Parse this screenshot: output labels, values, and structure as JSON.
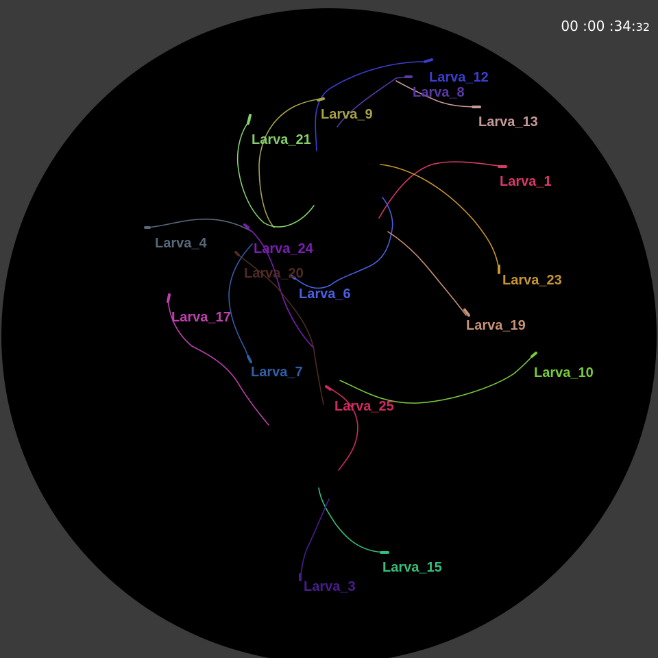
{
  "timestamp": {
    "main": "00 :00 :34:",
    "fraction": "32"
  },
  "colors": {
    "background": "#3b3b3b",
    "arena": "#000000"
  },
  "tracks": [
    {
      "label": "Larva_12",
      "color": "#3a3fd0"
    },
    {
      "label": "Larva_8",
      "color": "#5a3aa8"
    },
    {
      "label": "Larva_13",
      "color": "#c79a9a"
    },
    {
      "label": "Larva_9",
      "color": "#a7a24a"
    },
    {
      "label": "Larva_21",
      "color": "#84d06a"
    },
    {
      "label": "Larva_1",
      "color": "#d83a68"
    },
    {
      "label": "Larva_4",
      "color": "#56697a"
    },
    {
      "label": "Larva_24",
      "color": "#7a1fb0"
    },
    {
      "label": "Larva_20",
      "color": "#4f2b24"
    },
    {
      "label": "Larva_6",
      "color": "#4860e0"
    },
    {
      "label": "Larva_23",
      "color": "#c8962f"
    },
    {
      "label": "Larva_17",
      "color": "#c040b0"
    },
    {
      "label": "Larva_19",
      "color": "#c89276"
    },
    {
      "label": "Larva_7",
      "color": "#2f5fa8"
    },
    {
      "label": "Larva_10",
      "color": "#79cc3a"
    },
    {
      "label": "Larva_25",
      "color": "#d02a62"
    },
    {
      "label": "Larva_15",
      "color": "#36c07a"
    },
    {
      "label": "Larva_3",
      "color": "#4a1d8f"
    }
  ]
}
